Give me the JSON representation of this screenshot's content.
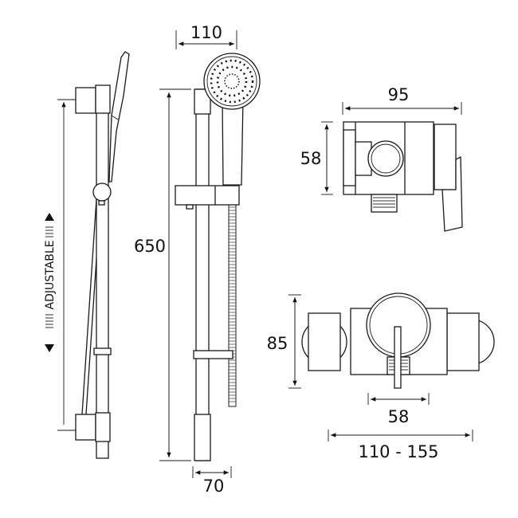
{
  "dimensions": {
    "head_width": "110",
    "rail_height": "650",
    "rail_depth": "70",
    "valve_depth": "95",
    "valve_side_height": "58",
    "valve_height": "85",
    "outlet_width": "58",
    "centres": "110 - 155"
  },
  "labels": {
    "adjustable": "ADJUSTABLE"
  }
}
